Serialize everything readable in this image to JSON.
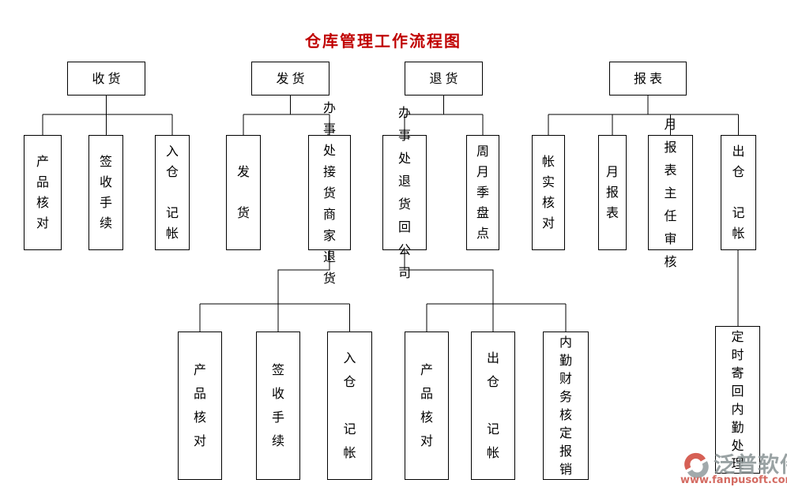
{
  "page": {
    "title": "仓库管理工作流程图",
    "title_color": "#c00000",
    "line_color": "#000000",
    "background_color": "#ffffff"
  },
  "flowchart": {
    "top": [
      {
        "label": "收货"
      },
      {
        "label": "发货"
      },
      {
        "label": "退货"
      },
      {
        "label": "报表"
      }
    ],
    "level1": [
      {
        "parent": "收货",
        "label": "产品核对",
        "text": "产\n品\n核\n对"
      },
      {
        "parent": "收货",
        "label": "签收手续",
        "text": "签\n收\n手\n续"
      },
      {
        "parent": "收货",
        "label": "入仓 记帐",
        "text": "入\n仓\n\n记\n帐"
      },
      {
        "parent": "发货",
        "label": "发 货",
        "text": "发\n\n货"
      },
      {
        "parent": "发货",
        "label": "办事处接货商家退货",
        "text": "办事\n处接\n货商\n家退\n货"
      },
      {
        "parent": "退货",
        "label": "办事处退货回公司",
        "text": "办事\n处退\n货回\n公司"
      },
      {
        "parent": "退货",
        "label": "周月季盘点",
        "text": "周\n月\n季\n盘\n点"
      },
      {
        "parent": "报表",
        "label": "帐实核对",
        "text": "帐\n实\n核\n对"
      },
      {
        "parent": "报表",
        "label": "月报表",
        "text": "月\n报\n表"
      },
      {
        "parent": "报表",
        "label": "月报表主任审核",
        "text": "月报\n表主\n任审\n核"
      },
      {
        "parent": "报表",
        "label": "出仓 记帐",
        "text": "出\n仓\n\n记\n帐"
      }
    ],
    "level2": [
      {
        "parent": "办事处接货商家退货",
        "label": "产品核对",
        "text": "产\n品\n核\n对"
      },
      {
        "parent": "办事处接货商家退货",
        "label": "签收手续",
        "text": "签\n收\n手\n续"
      },
      {
        "parent": "办事处接货商家退货",
        "label": "入仓 记帐",
        "text": "入\n仓\n\n记\n帐"
      },
      {
        "parent": "办事处退货回公司",
        "label": "产品核对",
        "text": "产\n品\n核\n对"
      },
      {
        "parent": "办事处退货回公司",
        "label": "出仓 记帐",
        "text": "出\n仓\n\n记\n帐"
      },
      {
        "parent": "办事处退货回公司",
        "label": "内勤财务核定报销",
        "text": "内\n勤\n财\n务\n核\n定\n报\n销"
      }
    ],
    "tail": {
      "parent": "出仓 记帐",
      "label": "定时寄回内勤处理",
      "text": "定\n时\n寄\n回\n内\n勤\n处\n理"
    }
  },
  "watermark": {
    "brand": "泛普软件",
    "url": "www.fanpusoft.com",
    "logo_red": "#d24f43",
    "logo_gray": "#97a0a2"
  }
}
